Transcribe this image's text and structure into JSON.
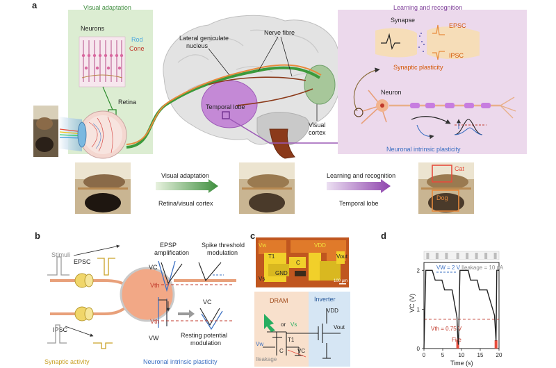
{
  "panels": {
    "a": "a",
    "b": "b",
    "c": "c",
    "d": "d"
  },
  "panel_a": {
    "visual_adaptation_title": "Visual adaptation",
    "neurons": "Neurons",
    "rod": "Rod",
    "cone": "Cone",
    "retina": "Retina",
    "lateral_geniculate_nucleus_line1": "Lateral geniculate",
    "lateral_geniculate_nucleus_line2": "nucleus",
    "nerve_fibre": "Nerve fibre",
    "temporal_lobe": "Temporal lobe",
    "visual_cortex_line1": "Visual",
    "visual_cortex_line2": "cortex",
    "learning_recognition_title": "Learning and recognition",
    "synapse": "Synapse",
    "epsc": "EPSC",
    "ipsc": "IPSC",
    "synaptic_plasticity": "Synaptic plasticity",
    "neuron": "Neuron",
    "neuronal_intrinsic_plasticity": "Neuronal intrinsic plasticity",
    "flow_visual_adaptation": "Visual adaptation",
    "flow_retina_cortex": "Retina/visual cortex",
    "flow_learning_recognition": "Learning and recognition",
    "flow_temporal_lobe": "Temporal lobe",
    "cat_label": "Cat",
    "dog_label": "Dog",
    "colors": {
      "green_panel": "#dcedd2",
      "pink_panel": "#ecd9ec",
      "orange": "#e88a3c",
      "purple": "#9b59b6"
    }
  },
  "panel_b": {
    "stimuli": "Stimuli",
    "epsc": "EPSC",
    "ipsc": "IPSC",
    "epsp_amplification_line1": "EPSP",
    "epsp_amplification_line2": "amplification",
    "spike_threshold_line1": "Spike threshold",
    "spike_threshold_line2": "modulation",
    "vc": "VC",
    "vth": "Vth",
    "vw": "VW",
    "resting_potential_line1": "Resting potential",
    "resting_potential_line2": "modulation",
    "synaptic_activity": "Synaptic activity",
    "neuronal_intrinsic_plasticity": "Neuronal intrinsic plasticity"
  },
  "panel_c": {
    "chip_vw": "Vw",
    "chip_vdd": "VDD",
    "chip_c": "C",
    "chip_t1": "T1",
    "chip_gnd": "GND",
    "chip_vs": "Vs",
    "chip_vout": "Vout",
    "scale_bar": "100 µm",
    "dram": "DRAM",
    "inverter": "Inverter",
    "vdd": "VDD",
    "vs": "Vs",
    "or": "or",
    "t1": "T1",
    "vout": "Vout",
    "vw": "Vw",
    "ileakage": "Ileakage",
    "c": "C",
    "vc": "VC"
  },
  "chart_data": {
    "type": "line",
    "xlabel": "Time (s)",
    "ylabel": "VC (V)",
    "xlim": [
      0,
      20
    ],
    "ylim": [
      0,
      2.2
    ],
    "xticks": [
      0,
      5,
      10,
      15,
      20
    ],
    "yticks": [
      0,
      1,
      2
    ],
    "annotations": {
      "vw": "VW = 2 V",
      "ileakage": "Ileakage = 10 pA",
      "vth": "Vth = 0.75 V",
      "fire": "Fire"
    },
    "vth_value": 0.75,
    "pulse_times": [
      1.0,
      3.5,
      6.0,
      9.0,
      11.5,
      14.0,
      16.5,
      19.0
    ],
    "fire_times": [
      9.0,
      19.2
    ],
    "series": [
      {
        "x": [
          0,
          0.5,
          2.2,
          3,
          4.8,
          5.5,
          7.5,
          8.8,
          9.0,
          9.2,
          9.6,
          11.8,
          12.4,
          14.2,
          14.8,
          16.8,
          18.8,
          19.2,
          19.4,
          20
        ],
        "y": [
          0,
          2.0,
          2.0,
          1.75,
          1.75,
          1.5,
          1.5,
          0.8,
          0.3,
          0.1,
          2.0,
          2.0,
          1.75,
          1.75,
          1.5,
          1.5,
          0.85,
          0.2,
          2.0,
          2.0
        ]
      }
    ]
  }
}
